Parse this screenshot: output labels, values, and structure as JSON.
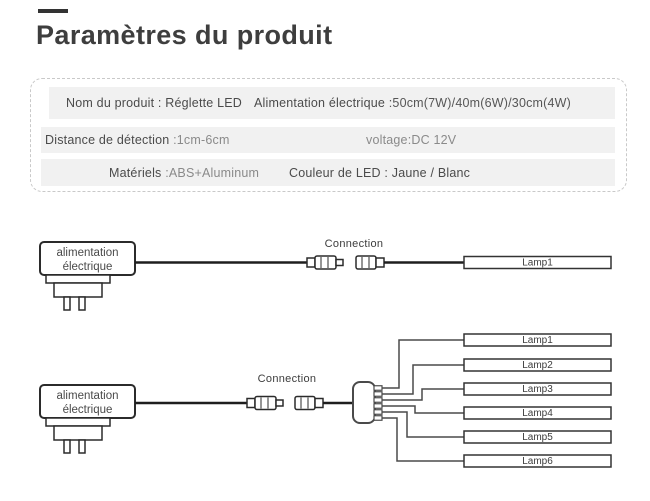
{
  "header": {
    "title": "Paramètres du produit",
    "accent_color": "#333333"
  },
  "spec_table": {
    "row_bg": "#f1f1f1",
    "border_color": "#c9c9c9",
    "rows": [
      {
        "cells": [
          {
            "label": "Nom du produit : Réglette LED",
            "value": ""
          },
          {
            "label": "Alimentation électrique",
            "value": ":50cm(7W)/40m(6W)/30cm(4W)"
          }
        ]
      },
      {
        "cells": [
          {
            "label": "Distance de détection",
            "value": ":1cm-6cm"
          },
          {
            "label": "",
            "value": "voltage:DC 12V"
          }
        ]
      },
      {
        "cells": [
          {
            "label": "Matériels",
            "value": ":ABS+Aluminum"
          },
          {
            "label": "Couleur de LED : Jaune / Blanc",
            "value": ""
          }
        ]
      }
    ]
  },
  "diagram_single": {
    "adapter_label": "alimentation électrique",
    "connection_label": "Connection",
    "lamp_label": "Lamp1"
  },
  "diagram_multi": {
    "adapter_label": "alimentation électrique",
    "connection_label": "Connection",
    "lamps": [
      "Lamp1",
      "Lamp2",
      "Lamp3",
      "Lamp4",
      "Lamp5",
      "Lamp6"
    ]
  },
  "colors": {
    "outline": "#2b2b2b",
    "wire": "#4a4a4a",
    "lamp_border": "#333333",
    "text_dark": "#4b4b4b",
    "text_muted": "#8a8a8a",
    "diagram_text": "#3c3c3c"
  }
}
